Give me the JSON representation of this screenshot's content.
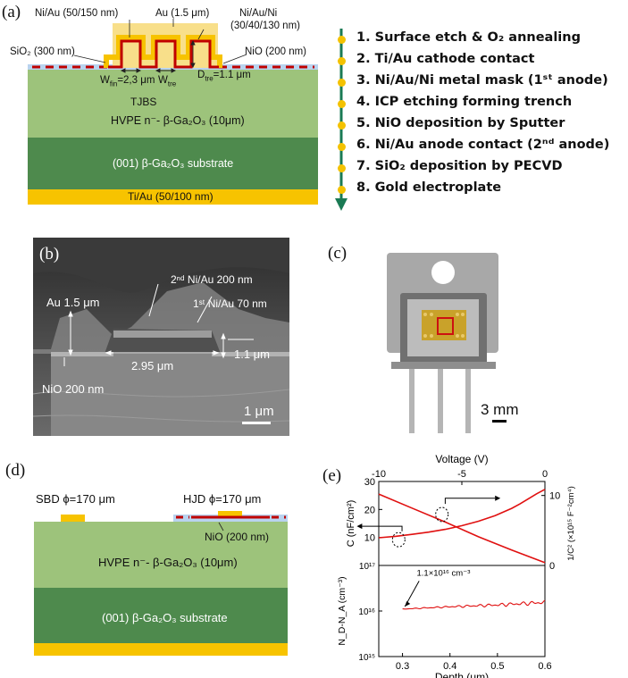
{
  "panel_labels": {
    "a": "(a)",
    "b": "(b)",
    "c": "(c)",
    "d": "(d)",
    "e": "(e)"
  },
  "panel_a": {
    "labels": {
      "ni_au": "Ni/Au (50/150 nm)",
      "au": "Au (1.5 μm)",
      "ni_au_ni": "Ni/Au/Ni",
      "ni_au_ni_thk": "(30/40/130 nm)",
      "sio2": "SiO₂ (300 nm)",
      "nio": "NiO (200 nm)",
      "wfin": "W",
      "wfin_sub": "fin",
      "wfin_val": "=2,3 μm",
      "wtre": "W",
      "wtre_sub": "tre",
      "dtre": "D",
      "dtre_sub": "tre",
      "dtre_val": "=1.1 μm",
      "tjbs": "TJBS",
      "hvpe": "HVPE n⁻- β-Ga₂O₃ (10μm)",
      "substrate": "(001) β-Ga₂O₃ substrate",
      "cathode": "Ti/Au (50/100 nm)"
    },
    "steps": [
      "1. Surface etch & O₂ annealing",
      "2. Ti/Au cathode contact",
      "3. Ni/Au/Ni metal mask (1ˢᵗ anode)",
      "4. ICP etching forming trench",
      "5. NiO deposition by Sputter",
      "6. Ni/Au anode contact (2ⁿᵈ anode)",
      "7. SiO₂ deposition by PECVD",
      "8. Gold electroplate"
    ]
  },
  "panel_b": {
    "au": "Au 1.5 μm",
    "second_anode": "2ⁿᵈ Ni/Au 200 nm",
    "first_anode": "1ˢᵗ Ni/Au 70 nm",
    "width": "2.95 μm",
    "depth": "1.1 μm",
    "nio": "NiO 200 nm",
    "scale": "1 μm"
  },
  "panel_c": {
    "scale": "3 mm"
  },
  "panel_d": {
    "sbd": "SBD ϕ=170 μm",
    "hjd": "HJD ϕ=170 μm",
    "nio": "NiO (200 nm)",
    "hvpe": "HVPE n⁻- β-Ga₂O₃ (10μm)",
    "substrate": "(001) β-Ga₂O₃ substrate"
  },
  "colors": {
    "light_green": "#9dc37b",
    "dark_green": "#4e8a4d",
    "gold": "#f7c300",
    "pale_gold": "#f8df8a",
    "red": "#c00000",
    "sio2_blue": "#b9d3ef",
    "arrow_green": "#1a7a54",
    "curve_red": "#e01010"
  },
  "chart_data": [
    {
      "type": "line",
      "title": "",
      "xlabel": "Voltage (V)",
      "ylabel": "C (nF/cm²)",
      "y2label": "1/C² (×10¹⁵ F⁻²cm⁴)",
      "xlim": [
        -10,
        0
      ],
      "ylim": [
        0,
        30
      ],
      "y2lim": [
        0,
        12
      ],
      "xticks": [
        "-10",
        "-5",
        "0"
      ],
      "yticks": [
        "10",
        "20",
        "30"
      ],
      "y2ticks": [
        "0",
        "10"
      ],
      "series": [
        {
          "x": [
            -10,
            -9,
            -8,
            -7,
            -6,
            -5,
            -4,
            -3,
            -2,
            -1.5,
            -1,
            -0.5,
            0
          ],
          "values": [
            9.9,
            10.4,
            11.1,
            11.9,
            12.9,
            14.2,
            15.8,
            17.8,
            20.4,
            22.0,
            23.8,
            25.6,
            27.2
          ],
          "axis": "left"
        },
        {
          "x": [
            -10,
            -8,
            -6,
            -4,
            -2,
            0
          ],
          "values": [
            10.2,
            8.2,
            6.2,
            4.1,
            2.2,
            0.4
          ],
          "axis": "right"
        }
      ]
    },
    {
      "type": "scatter",
      "xlabel": "Depth (μm)",
      "ylabel": "N_D-N_A (cm⁻³)",
      "xlim": [
        0.25,
        0.6
      ],
      "ylim": [
        1000000000000000.0,
        1e+17
      ],
      "yscale": "log",
      "xticks": [
        "0.3",
        "0.4",
        "0.5",
        "0.6"
      ],
      "yticks": [
        "10¹⁵",
        "10¹⁶",
        "10¹⁷"
      ],
      "annotation": "1.1×10¹⁶ cm⁻³",
      "series": [
        {
          "x": [
            0.3,
            0.35,
            0.4,
            0.45,
            0.5,
            0.55,
            0.6
          ],
          "values": [
            1.1e+16,
            1.17e+16,
            1.24e+16,
            1.3e+16,
            1.36e+16,
            1.45e+16,
            1.55e+16
          ]
        }
      ]
    }
  ]
}
